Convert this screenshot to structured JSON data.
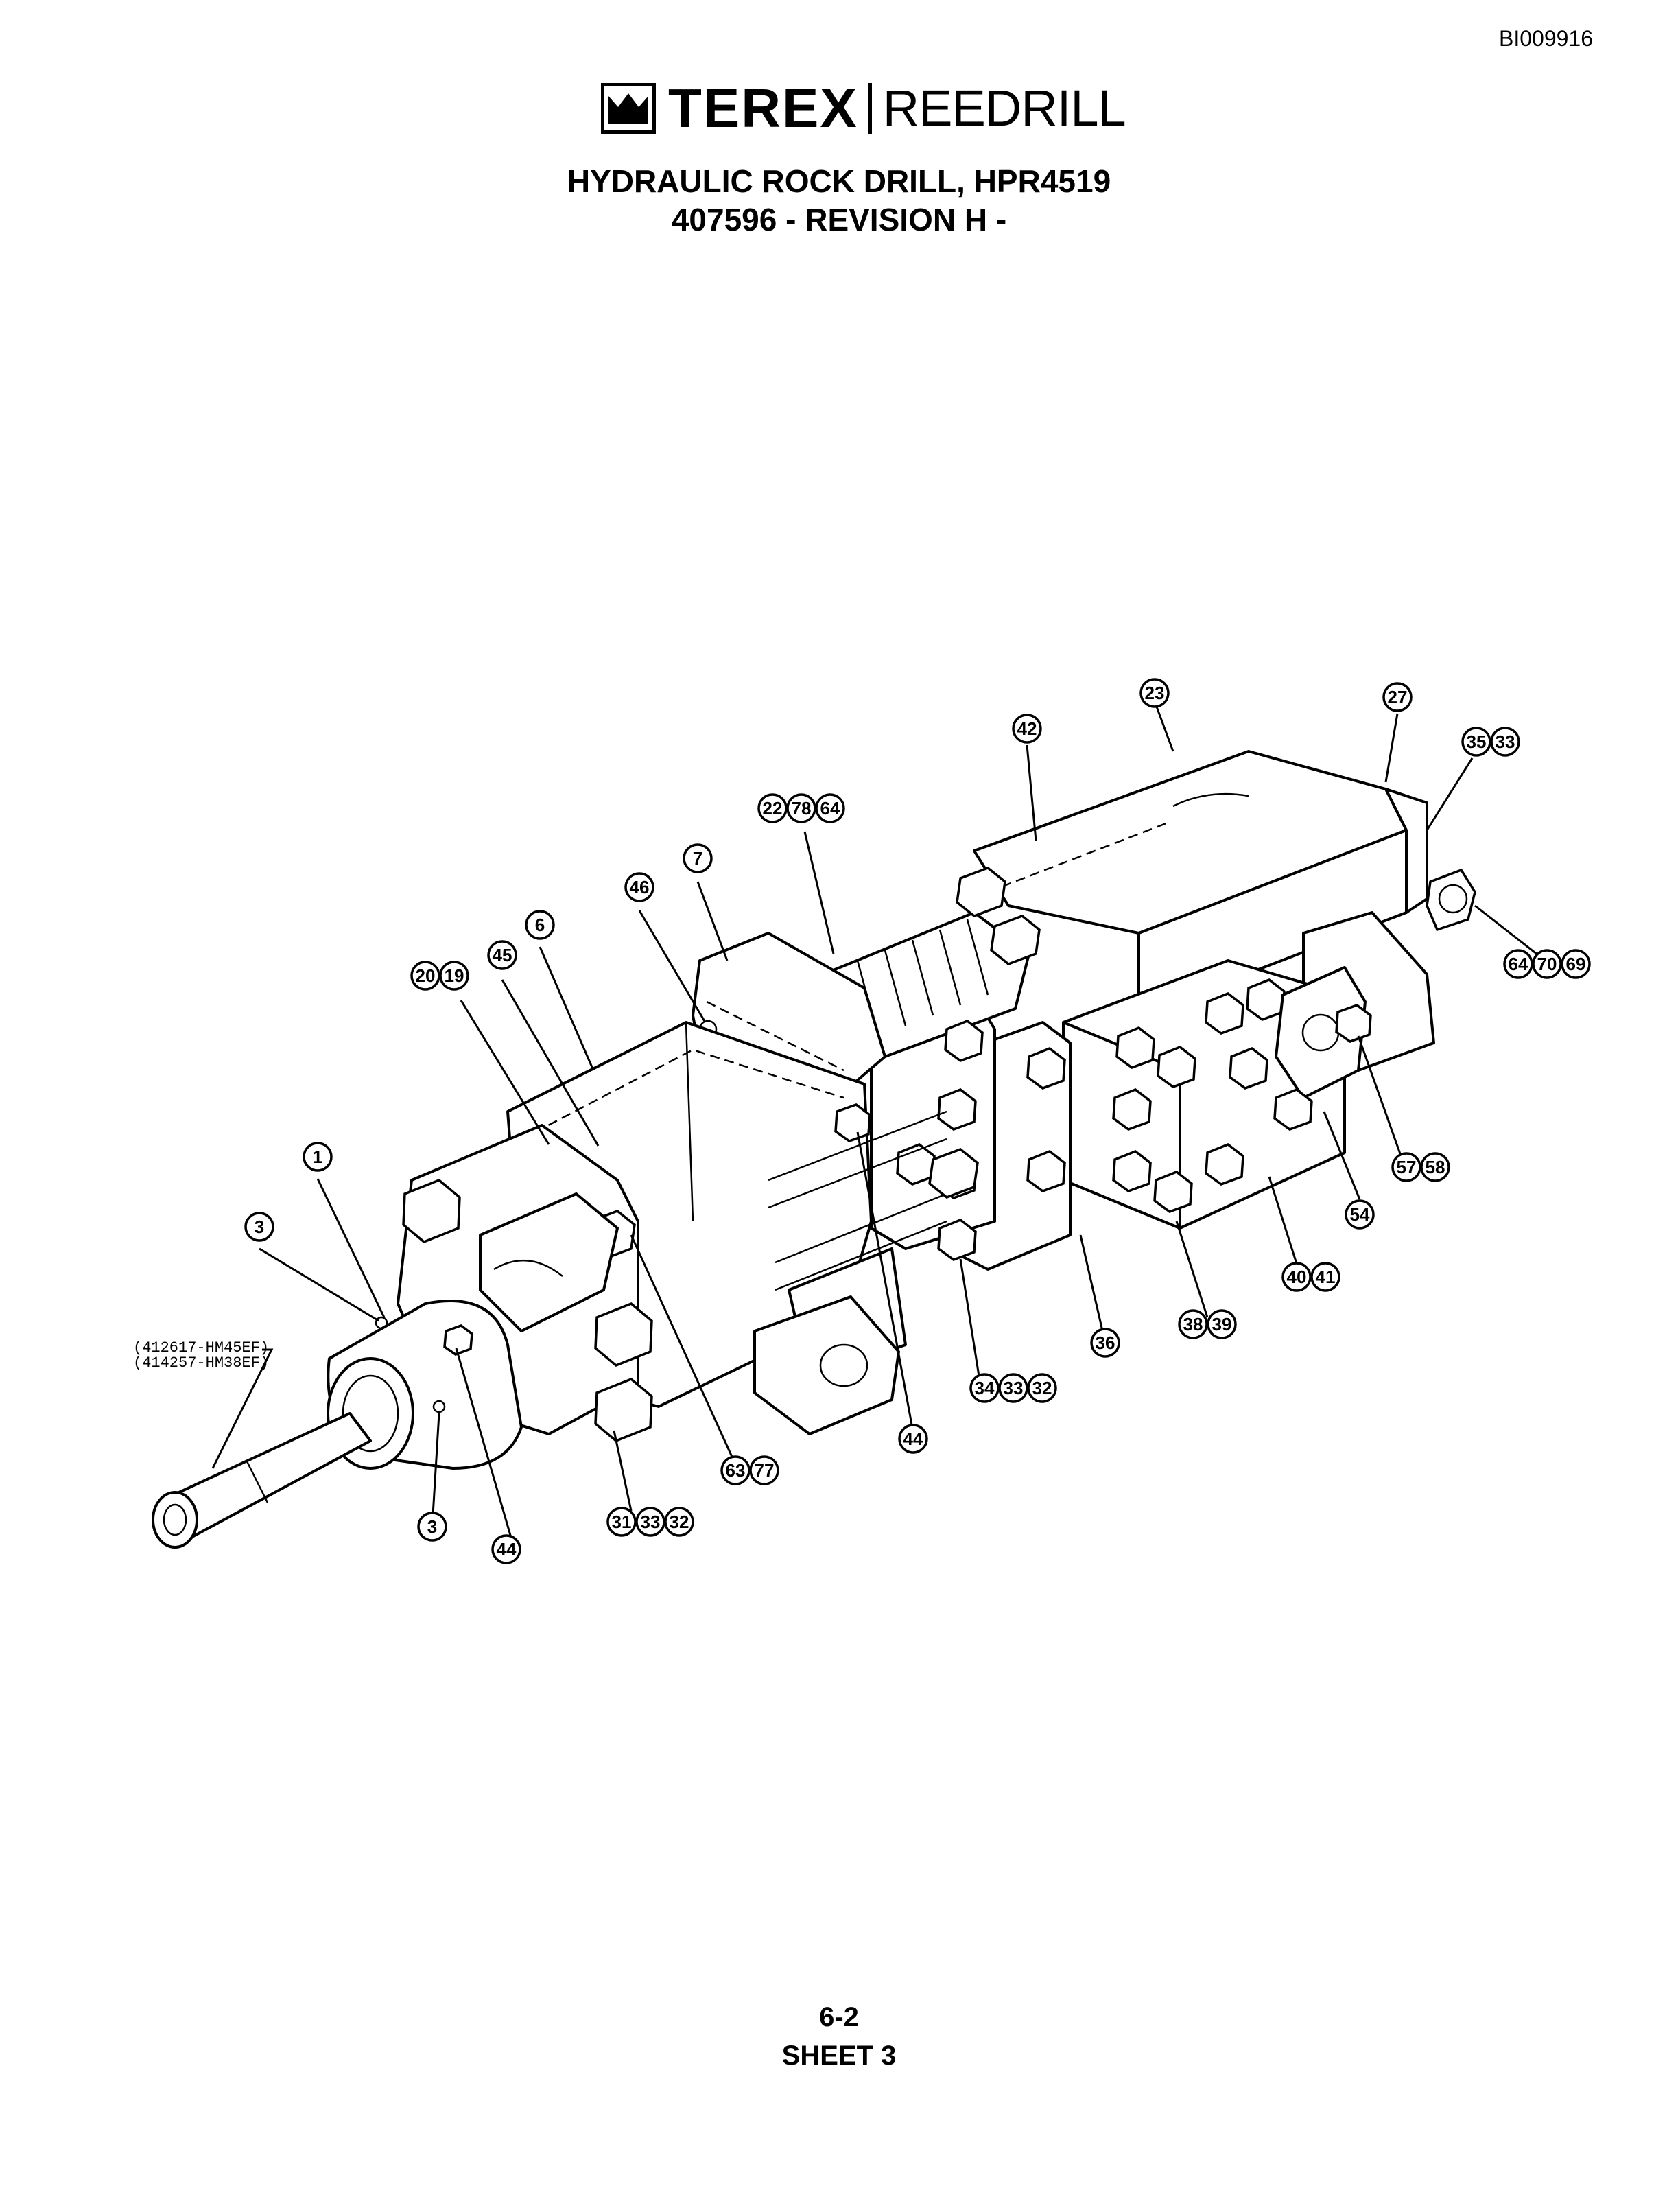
{
  "document_id": "BI009916",
  "brand": {
    "name": "TEREX",
    "product_line": "REEDRILL"
  },
  "title": {
    "line1": "HYDRAULIC ROCK DRILL, HPR4519",
    "line2": "407596 - REVISION H -"
  },
  "footer": {
    "page": "6-2",
    "sheet": "SHEET 3"
  },
  "shank_note": {
    "line1": "(412617-HM45EF)",
    "line2": "(414257-HM38EF)"
  },
  "callouts": [
    {
      "id": "c-23",
      "labels": [
        "23"
      ]
    },
    {
      "id": "c-27",
      "labels": [
        "27"
      ]
    },
    {
      "id": "c-42",
      "labels": [
        "42"
      ]
    },
    {
      "id": "c-35-33",
      "labels": [
        "35",
        "33"
      ]
    },
    {
      "id": "c-22-78-64",
      "labels": [
        "22",
        "78",
        "64"
      ]
    },
    {
      "id": "c-7",
      "labels": [
        "7"
      ]
    },
    {
      "id": "c-46",
      "labels": [
        "46"
      ]
    },
    {
      "id": "c-6",
      "labels": [
        "6"
      ]
    },
    {
      "id": "c-45",
      "labels": [
        "45"
      ]
    },
    {
      "id": "c-20-19",
      "labels": [
        "20",
        "19"
      ]
    },
    {
      "id": "c-64-70-69",
      "labels": [
        "64",
        "70",
        "69"
      ]
    },
    {
      "id": "c-1",
      "labels": [
        "1"
      ]
    },
    {
      "id": "c-3-top",
      "labels": [
        "3"
      ]
    },
    {
      "id": "c-57-58",
      "labels": [
        "57",
        "58"
      ]
    },
    {
      "id": "c-54",
      "labels": [
        "54"
      ]
    },
    {
      "id": "c-40-41",
      "labels": [
        "40",
        "41"
      ]
    },
    {
      "id": "c-38-39",
      "labels": [
        "38",
        "39"
      ]
    },
    {
      "id": "c-36",
      "labels": [
        "36"
      ]
    },
    {
      "id": "c-34-33-32",
      "labels": [
        "34",
        "33",
        "32"
      ]
    },
    {
      "id": "c-44-right",
      "labels": [
        "44"
      ]
    },
    {
      "id": "c-63-77",
      "labels": [
        "63",
        "77"
      ]
    },
    {
      "id": "c-31-33-32",
      "labels": [
        "31",
        "33",
        "32"
      ]
    },
    {
      "id": "c-3-bottom",
      "labels": [
        "3"
      ]
    },
    {
      "id": "c-44-left",
      "labels": [
        "44"
      ]
    }
  ]
}
